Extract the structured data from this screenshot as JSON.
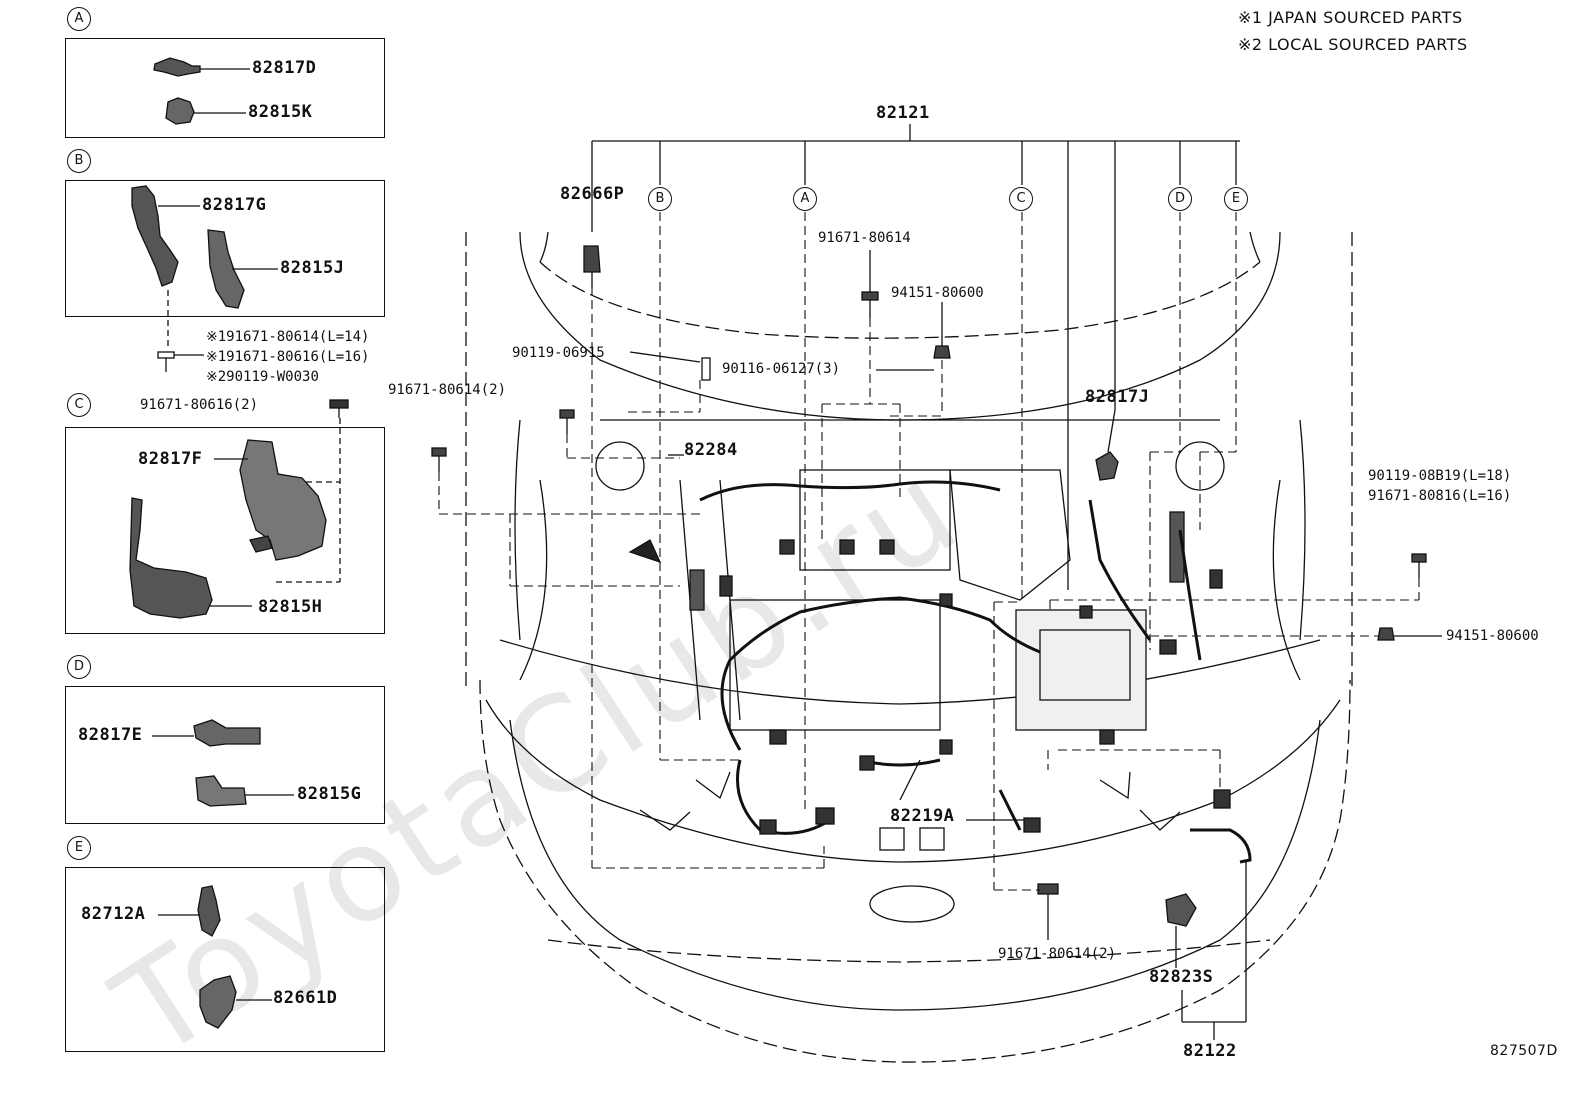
{
  "notes": {
    "japan": "※1 JAPAN SOURCED PARTS",
    "local": "※2 LOCAL SOURCED PARTS"
  },
  "watermark": "ToyotaClub.ru",
  "diagram_id": "827507D",
  "insets": {
    "A": {
      "letter": "A",
      "parts": [
        "82817D",
        "82815K"
      ]
    },
    "B": {
      "letter": "B",
      "parts": [
        "82817G",
        "82815J"
      ],
      "bolts": [
        {
          "mark": "※1",
          "num": "91671-80614",
          "len": "(L=14)"
        },
        {
          "mark": "※1",
          "num": "91671-80616",
          "len": "(L=16)"
        },
        {
          "mark": "※2",
          "num": "90119-W0030",
          "len": ""
        }
      ]
    },
    "C": {
      "letter": "C",
      "bolt": "91671-80616(2)",
      "parts": [
        "82817F",
        "82815H"
      ]
    },
    "D": {
      "letter": "D",
      "parts": [
        "82817E",
        "82815G"
      ]
    },
    "E": {
      "letter": "E",
      "parts": [
        "82712A",
        "82661D"
      ]
    }
  },
  "main": {
    "harness": "82121",
    "callouts": [
      "B",
      "A",
      "C",
      "D",
      "E"
    ],
    "labels": {
      "p82666P": "82666P",
      "b91671_80614_top": "91671-80614",
      "n94151_top": "94151-80600",
      "b90119_06915": "90119-06915",
      "b90116": "90116-06127(3)",
      "b91671_80614_2_left": "91671-80614(2)",
      "p82284": "82284",
      "p82817J": "82817J",
      "b90119_08B19": "90119-08B19",
      "b90119_08B19_len": "(L=18)",
      "b91671_80816": "91671-80816",
      "b91671_80816_len": "(L=16)",
      "n94151_right": "94151-80600",
      "p82219A": "82219A",
      "b91671_80614_2_bottom": "91671-80614(2)",
      "p82823S": "82823S",
      "p82122": "82122"
    }
  }
}
